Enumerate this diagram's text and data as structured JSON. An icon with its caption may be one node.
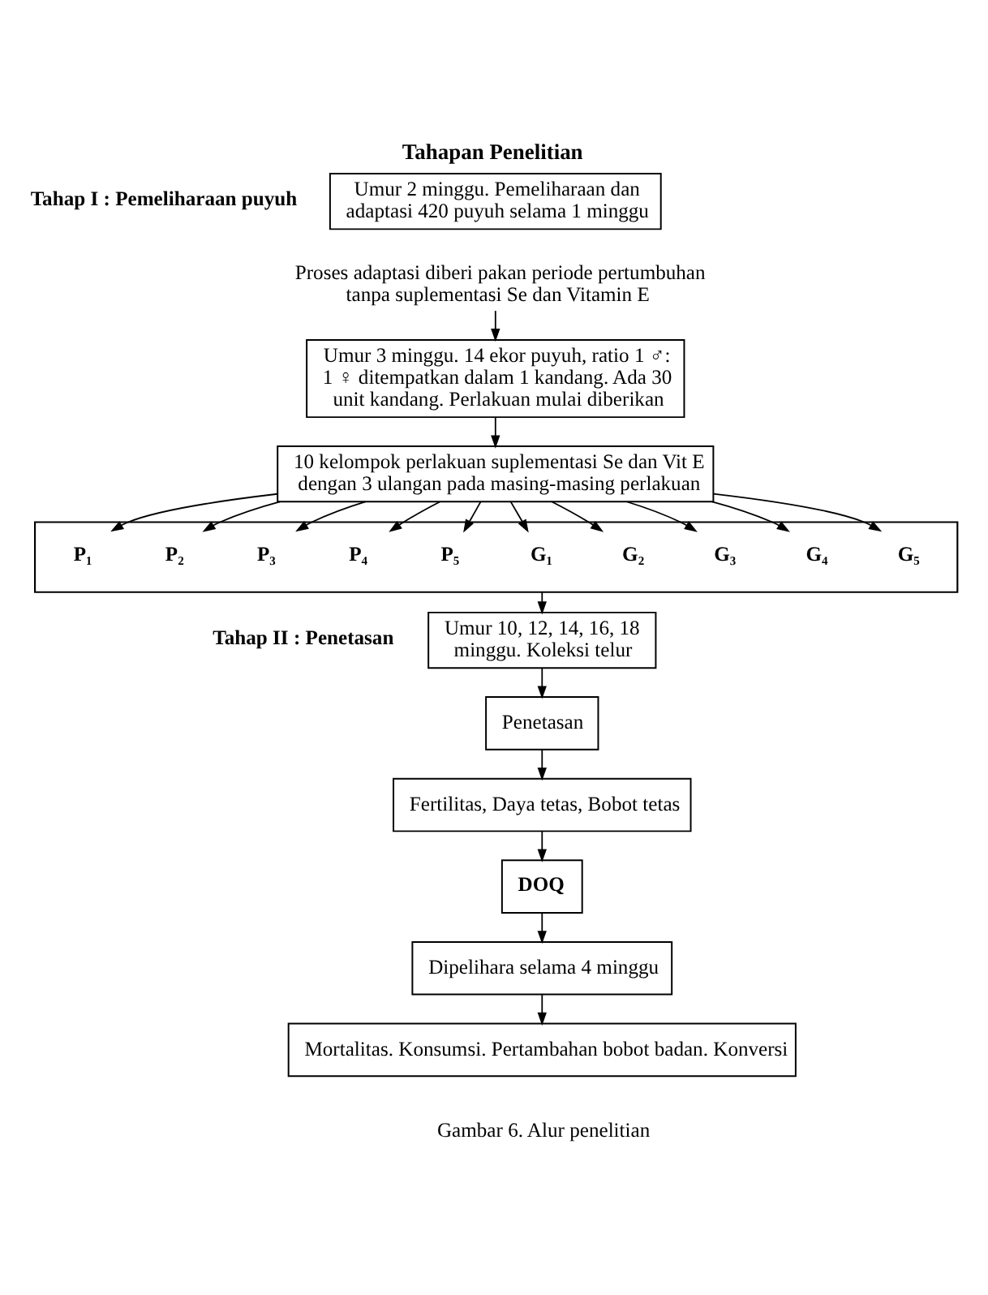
{
  "diagram": {
    "title": "Tahapan Penelitian",
    "caption": "Gambar 6. Alur penelitian",
    "nodes": [
      {
        "text": [
          "Umur 2 minggu. Pemeliharaan dan adaptasi 420 puyuh selama 1 minggu"
        ]
      },
      {
        "text": [
          "Proses adaptasi diberi pakan periode pertumbuhan tanpa suplementasi Se dan Vitamin E"
        ]
      },
      {
        "text": [
          "Umur 3 minggu. 14 ekor puyuh, ratio 1 ♂: 1 ♀ ditempatkan dalam 1 kandang. Ada 30 unit kandang. Perlakuan mulai diberikan"
        ]
      },
      {
        "text": [
          "10 kelompok perlakuan suplementasi Se dan Vit E dengan 3 ulangan pada masing-masing perlakuan"
        ]
      },
      {
        "text": [],
        "shape": "box"
      },
      {
        "text": [
          "P₁"
        ],
        "in": 4
      },
      {
        "text": [
          "P₂"
        ],
        "in": 4
      },
      {
        "text": [
          "P₃"
        ],
        "in": 4
      },
      {
        "text": [
          "P₄"
        ],
        "in": 4
      },
      {
        "text": [
          "P₅"
        ],
        "in": 4
      },
      {
        "text": [
          "G₁"
        ],
        "in": 4
      },
      {
        "text": [
          "G₂"
        ],
        "in": 4
      },
      {
        "text": [
          "G₃"
        ],
        "in": 4
      },
      {
        "text": [
          "G₄"
        ],
        "in": 4
      },
      {
        "text": [
          "G₅"
        ],
        "in": 4
      },
      {
        "text": [
          "Umur 10, 12, 14, 16, 18 minggu. Koleksi telur"
        ]
      },
      {
        "text": [
          "Penetasan"
        ]
      },
      {
        "text": [
          "Fertilitas, Daya tetas, Bobot tetas"
        ]
      },
      {
        "text": [
          "DOQ"
        ]
      },
      {
        "text": [
          "Dipelihara selama 4 minggu"
        ]
      },
      {
        "text": [
          "Mortalitas. Konsumsi. Pertambahan bobot badan. Konversi"
        ]
      }
    ],
    "edges": [
      {
        "from": 1,
        "to": 2,
        "arrow": "to"
      },
      {
        "from": 2,
        "to": 3,
        "arrow": "to"
      },
      {
        "from": 3,
        "to": 5,
        "arrow": "to"
      },
      {
        "from": 3,
        "to": 6,
        "arrow": "to"
      },
      {
        "from": 3,
        "to": 7,
        "arrow": "to"
      },
      {
        "from": 3,
        "to": 8,
        "arrow": "to"
      },
      {
        "from": 3,
        "to": 9,
        "arrow": "to"
      },
      {
        "from": 3,
        "to": 10,
        "arrow": "to"
      },
      {
        "from": 3,
        "to": 11,
        "arrow": "to"
      },
      {
        "from": 3,
        "to": 12,
        "arrow": "to"
      },
      {
        "from": 3,
        "to": 13,
        "arrow": "to"
      },
      {
        "from": 3,
        "to": 14,
        "arrow": "to"
      },
      {
        "from": 4,
        "to": 15,
        "arrow": "to"
      },
      {
        "from": 15,
        "to": 16,
        "arrow": "to"
      },
      {
        "from": 16,
        "to": 17,
        "arrow": "to"
      },
      {
        "from": 17,
        "to": 18,
        "arrow": "to"
      },
      {
        "from": 18,
        "to": 19,
        "arrow": "to"
      },
      {
        "from": 19,
        "to": 20,
        "arrow": "to"
      }
    ],
    "labels": [
      "Tahap I : Pemeliharaan puyuh",
      "Tahap II : Penetasan"
    ]
  }
}
